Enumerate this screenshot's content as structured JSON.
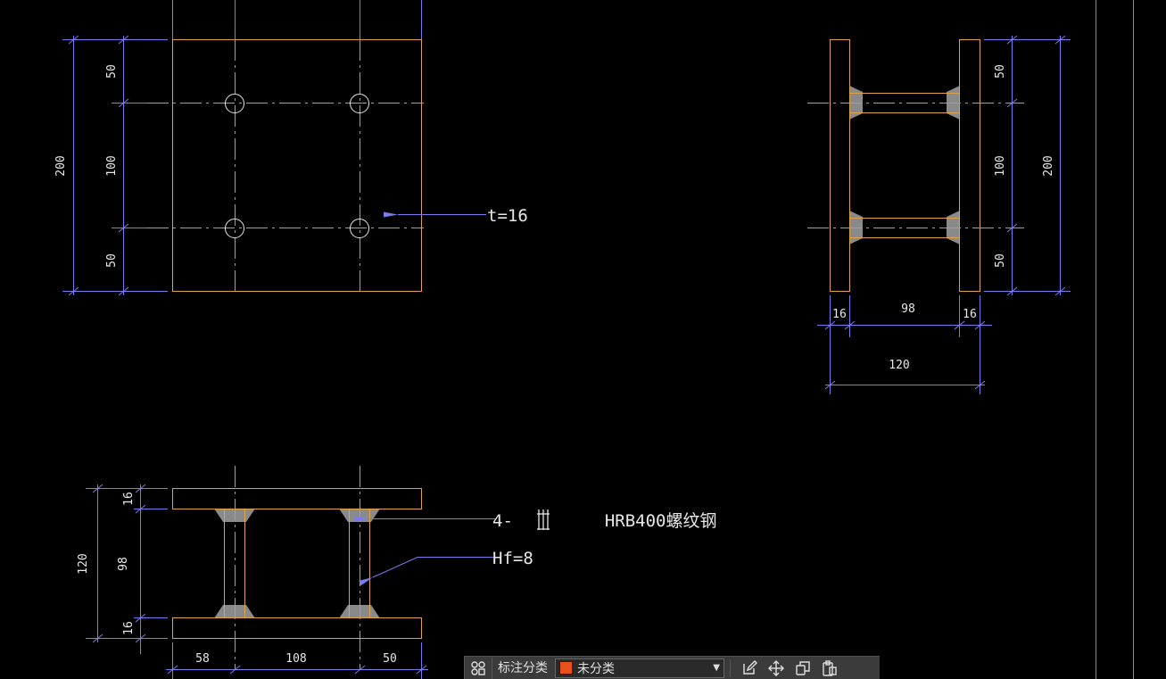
{
  "drawing": {
    "plan_dims": {
      "total": "200",
      "top": "50",
      "middle": "100",
      "bottom": "50"
    },
    "thickness_note": "t=16",
    "side_dims": {
      "top": "50",
      "middle": "100",
      "bottom": "50",
      "total": "200",
      "left_flange": "16",
      "web": "98",
      "right_flange": "16",
      "width": "120"
    },
    "front_dims": {
      "total": "120",
      "top_flange": "16",
      "web": "98",
      "bottom_flange": "16",
      "left": "58",
      "middle": "108",
      "right": "50"
    },
    "rebar_note": "4-         HRB400螺纹钢",
    "weld_note": "Hf=8"
  },
  "toolbar": {
    "category_label": "标注分类",
    "category_value": "未分类",
    "category_color": "#e8501c",
    "icons": [
      "grid-icon",
      "edit-icon",
      "move-icon",
      "copy-icon",
      "paste-icon"
    ]
  },
  "colors": {
    "outline": "#e0a24a",
    "dimension": "#7b7bf0",
    "centerline": "#9aa0b0",
    "weld": "#8a8a8a",
    "frame": "#8a8a8a"
  }
}
